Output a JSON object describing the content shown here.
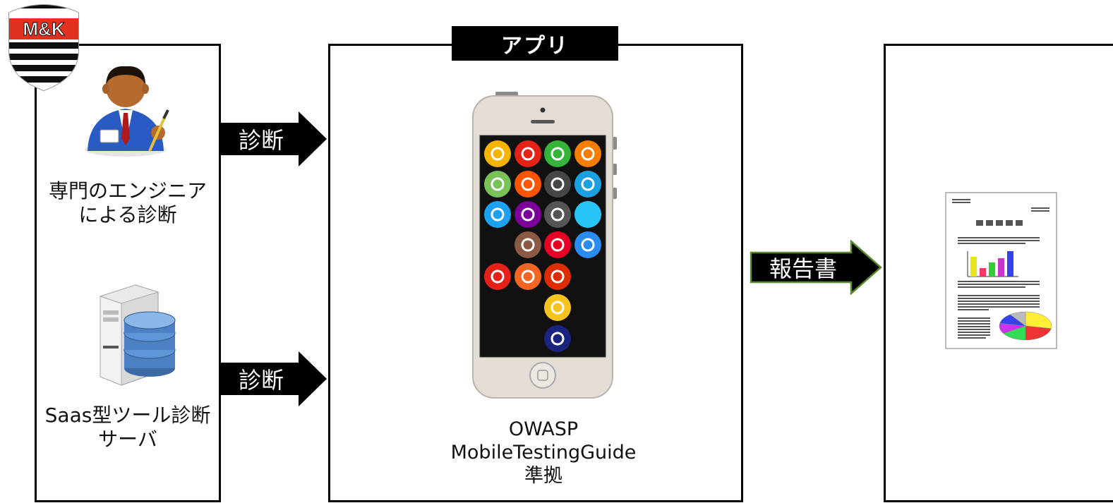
{
  "logo": {
    "text": "M&K",
    "colors": {
      "red": "#e0301e",
      "stripe": "#111111",
      "white": "#ffffff"
    }
  },
  "left_panel": {
    "engineer_caption": [
      "専門のエンジニア",
      "による診断"
    ],
    "server_caption": [
      "Saas型ツール診断",
      "サーバ"
    ],
    "icons": [
      "engineer-person-icon",
      "server-database-icon"
    ]
  },
  "arrows": {
    "top_label": "診断",
    "bottom_label": "診断",
    "report_label": "報告書",
    "report_border_color": "#5a8a2e"
  },
  "middle_panel": {
    "tab_title": "アプリ",
    "caption": [
      "OWASP",
      "MobileTestingGuide",
      "準拠"
    ],
    "phone_app_icons": [
      {
        "name": "google-drive-icon",
        "color": "#f4b400"
      },
      {
        "name": "youtube-icon",
        "color": "#e62117"
      },
      {
        "name": "phone-icon",
        "color": "#34b53a"
      },
      {
        "name": "blogger-icon",
        "color": "#f57d00"
      },
      {
        "name": "android-icon",
        "color": "#78c257"
      },
      {
        "name": "soundcloud-icon",
        "color": "#ff5500"
      },
      {
        "name": "wordpress-icon",
        "color": "#464646"
      },
      {
        "name": "browser-icon",
        "color": "#1ba1e2"
      },
      {
        "name": "twitter-icon",
        "color": "#1da1f2"
      },
      {
        "name": "yahoo-icon",
        "color": "#7b0099"
      },
      {
        "name": "apple-icon",
        "color": "#555555"
      },
      {
        "name": "blank-blue-icon",
        "color": "#29c5f6"
      },
      {
        "name": "instagram-icon",
        "color": "#8a5a44"
      },
      {
        "name": "pinterest-icon",
        "color": "#e60023"
      },
      {
        "name": "dropbox-icon",
        "color": "#2a8cf0"
      },
      {
        "name": "youtube-old-icon",
        "color": "#e62117"
      },
      {
        "name": "rss-icon",
        "color": "#f26522"
      },
      {
        "name": "google-plus-icon",
        "color": "#dd2c00"
      },
      {
        "name": "picasa-icon",
        "color": "#f7c41f"
      },
      {
        "name": "facebook-icon",
        "color": "#1a237e"
      }
    ]
  },
  "right_panel": {
    "icons": [
      "report-document-icon"
    ],
    "chart_bar_colors": [
      "#e8e31b",
      "#ff3366",
      "#33cc33",
      "#cc33cc",
      "#3344ee"
    ],
    "pie_colors": [
      "#ffee33",
      "#ee3333",
      "#33dd55",
      "#cc33ee",
      "#3344ee",
      "#bbbbbb"
    ]
  }
}
